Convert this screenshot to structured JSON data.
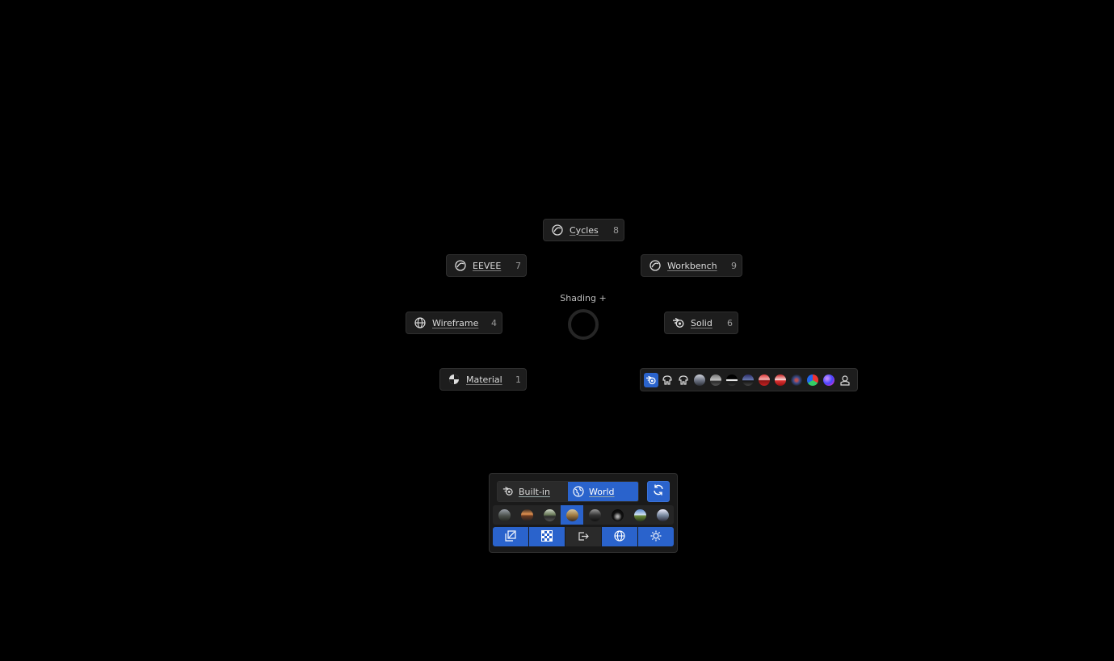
{
  "pie": {
    "title": "Shading +",
    "items": [
      {
        "label": "Cycles",
        "key": "8"
      },
      {
        "label": "EEVEE",
        "key": "7"
      },
      {
        "label": "Workbench",
        "key": "9"
      },
      {
        "label": "Wireframe",
        "key": "4"
      },
      {
        "label": "Solid",
        "key": "6"
      },
      {
        "label": "Material",
        "key": "1"
      }
    ]
  },
  "matcap_row": {
    "selected_index": 0,
    "icons": [
      "blender-icon",
      "shader-ball-icon",
      "shader-ball-icon",
      "gray-sphere-matcap",
      "dark-sphere-matcap",
      "striped-matcap",
      "navy-matcap",
      "red-matcap",
      "red-matcap",
      "dark-blue-matcap",
      "rgb-matcap",
      "gradient-sphere-matcap",
      "user-matcap-icon"
    ]
  },
  "hdri_panel": {
    "source_options": [
      {
        "label": "Built-in",
        "icon": "blender-icon",
        "active": false
      },
      {
        "label": "World",
        "icon": "world-icon",
        "active": true
      }
    ],
    "refresh_icon": "refresh-icon",
    "hdri_selected_index": 3,
    "hdri_count": 8,
    "toggles": [
      {
        "icon": "layers-icon",
        "active": true
      },
      {
        "icon": "checker-icon",
        "active": true
      },
      {
        "icon": "export-icon",
        "active": false
      },
      {
        "icon": "globe-icon",
        "active": true
      },
      {
        "icon": "sun-icon",
        "active": true
      }
    ]
  },
  "colors": {
    "accent": "#2a63cc",
    "button_bg": "#1d1d1d",
    "background": "#000000"
  }
}
